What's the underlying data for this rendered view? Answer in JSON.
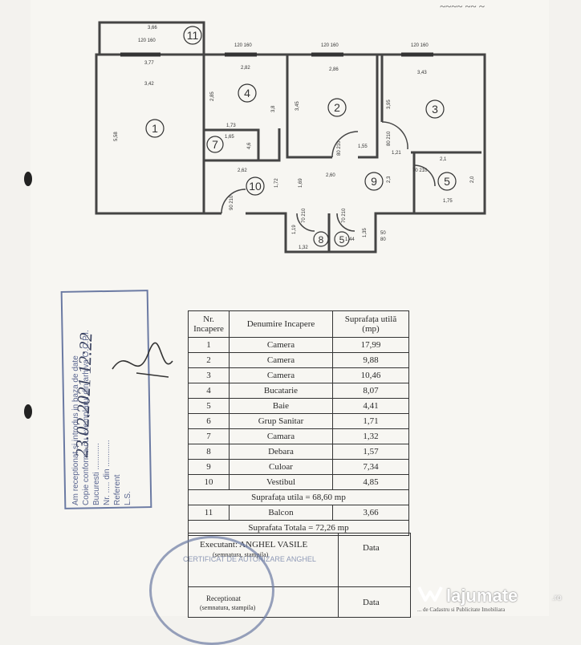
{
  "header_scribble": "~~~~ ~~ ~",
  "plan": {
    "rooms": [
      {
        "n": "1"
      },
      {
        "n": "2"
      },
      {
        "n": "3"
      },
      {
        "n": "4"
      },
      {
        "n": "5"
      },
      {
        "n": "5"
      },
      {
        "n": "7"
      },
      {
        "n": "8"
      },
      {
        "n": "9"
      },
      {
        "n": "10"
      },
      {
        "n": "11"
      }
    ],
    "dims": [
      "3,66",
      "3,77",
      "3,42",
      "5,58",
      "2,82",
      "2,85",
      "3,8",
      "1,73",
      "1,65",
      "4,6",
      "2,86",
      "3,45",
      "3,43",
      "3,95",
      "1,21",
      "2,62",
      "2,60",
      "1,72",
      "1,69",
      "2,3",
      "1,75",
      "2,0",
      "2,1",
      "1,55",
      "1,32",
      "1,19",
      "1,44",
      "1,35",
      "50",
      "80"
    ],
    "windows": [
      "120 160",
      "120 160",
      "120 160",
      "120 160"
    ],
    "doors": [
      "80 210",
      "80 210",
      "70 210",
      "90 210",
      "70 210",
      "70 210"
    ]
  },
  "table": {
    "headers": [
      "Nr. Incapere",
      "Denumire Incapere",
      "Suprafața utilă (mp)"
    ],
    "rows": [
      {
        "nr": "1",
        "name": "Camera",
        "area": "17,99"
      },
      {
        "nr": "2",
        "name": "Camera",
        "area": "9,88"
      },
      {
        "nr": "3",
        "name": "Camera",
        "area": "10,46"
      },
      {
        "nr": "4",
        "name": "Bucatarie",
        "area": "8,07"
      },
      {
        "nr": "5",
        "name": "Baie",
        "area": "4,41"
      },
      {
        "nr": "6",
        "name": "Grup Sanitar",
        "area": "1,71"
      },
      {
        "nr": "7",
        "name": "Camara",
        "area": "1,32"
      },
      {
        "nr": "8",
        "name": "Debara",
        "area": "1,57"
      },
      {
        "nr": "9",
        "name": "Culoar",
        "area": "7,34"
      },
      {
        "nr": "10",
        "name": "Vestibul",
        "area": "4,85"
      }
    ],
    "util_total": "Suprafața utila = 68,60 mp",
    "balcony": {
      "nr": "11",
      "name": "Balcon",
      "area": "3,66"
    },
    "grand_total": "Suprafata Totala = 72,26 mp"
  },
  "executant": {
    "line1": "Executant: ANGHEL VASILE",
    "line2": "(semnatura, stampila)",
    "date1": "Data",
    "line3": "Receptionat",
    "line4": "(semnatura, stampila)",
    "date2": "Data"
  },
  "stamp": {
    "lines": [
      "Am receptionat si introdus in baza de date",
      "Copie conforma cu exemplarul din arhiva O.C.P.I.",
      "Bucuresti ............",
      "Nr. ..... din ............",
      "Referent",
      "L.S."
    ],
    "date": "23.02.2021 12:22"
  },
  "round_stamp": {
    "text": "CERTIFICAT DE AUTORIZARE ANGHEL"
  },
  "watermark": {
    "brand": "lajumate",
    "tld": ".ro"
  },
  "bottom_note": "... de Cadastru si Publicitate Imobiliara"
}
